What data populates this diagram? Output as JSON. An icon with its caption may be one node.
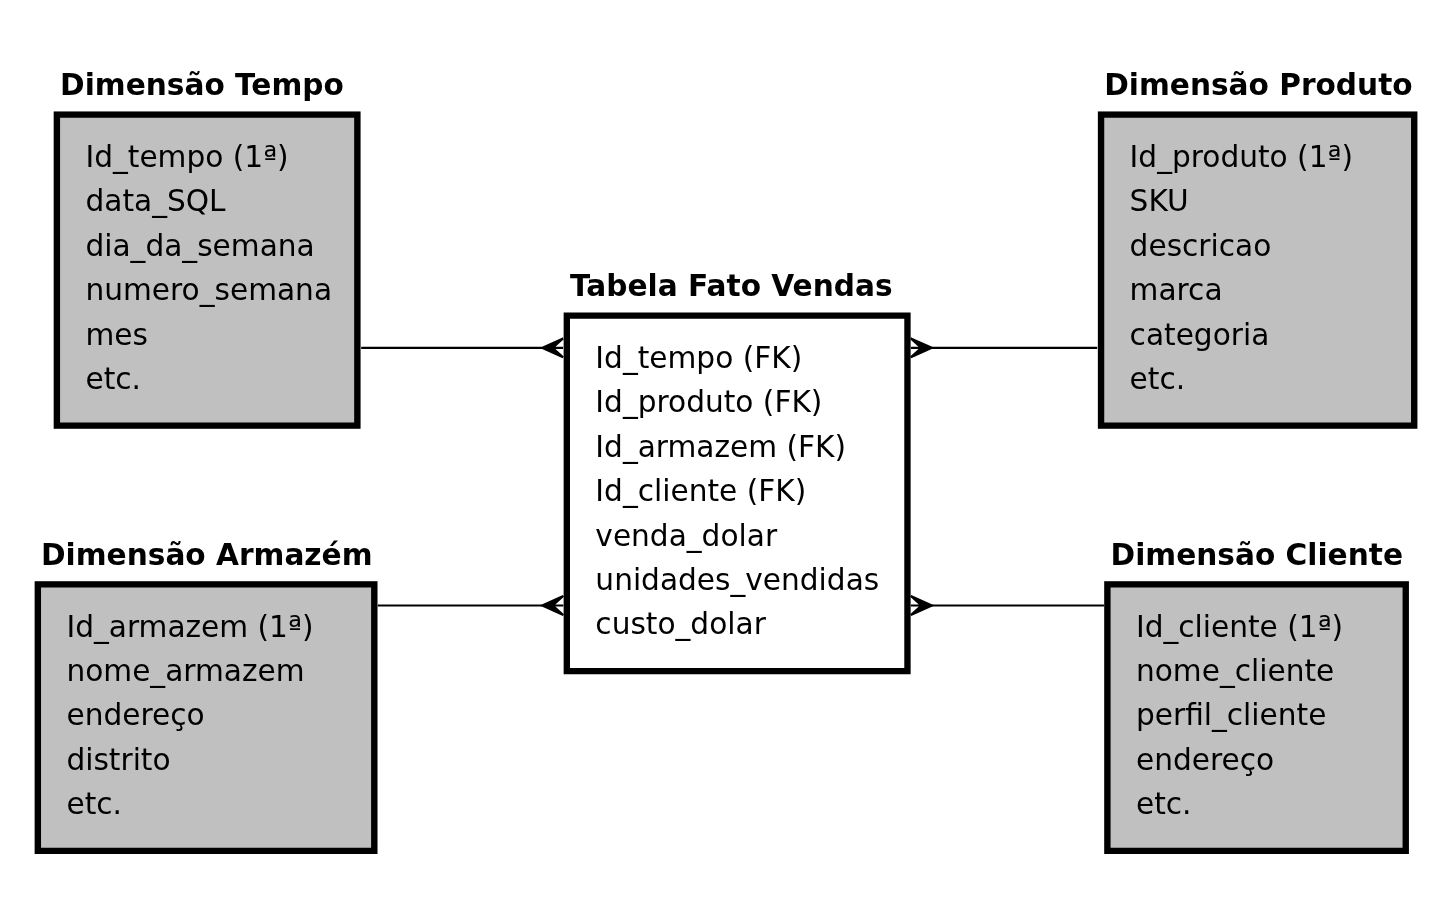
{
  "diagram": {
    "nodes": [
      {
        "text": [
          "Dimensão Tempo",
          "Id_tempo (1ª)",
          "data_SQL",
          "dia_da_semana",
          "numero_semana",
          "mes",
          "etc."
        ]
      },
      {
        "text": [
          "Dimensão Produto",
          "Id_produto (1ª)",
          "SKU",
          "descricao",
          "marca",
          "categoria",
          "etc."
        ]
      },
      {
        "text": [
          "Tabela Fato Vendas",
          "Id_tempo (FK)",
          "Id_produto (FK)",
          "Id_armazem (FK)",
          "Id_cliente (FK)",
          "venda_dolar",
          "unidades_vendidas",
          "custo_dolar"
        ]
      },
      {
        "text": [
          "Dimensão Armazém",
          "Id_armazem (1ª)",
          "nome_armazem",
          "endereço",
          "distrito",
          "etc."
        ]
      },
      {
        "text": [
          "Dimensão Cliente",
          "Id_cliente (1ª)",
          "nome_cliente",
          "perfil_cliente",
          "endereço",
          "etc."
        ]
      }
    ],
    "edges": [
      {
        "from": 0,
        "to": 2,
        "arrow": "other"
      },
      {
        "from": 1,
        "to": 2,
        "arrow": "other"
      },
      {
        "from": 3,
        "to": 2,
        "arrow": "other"
      },
      {
        "from": 4,
        "to": 2,
        "arrow": "other"
      }
    ]
  }
}
